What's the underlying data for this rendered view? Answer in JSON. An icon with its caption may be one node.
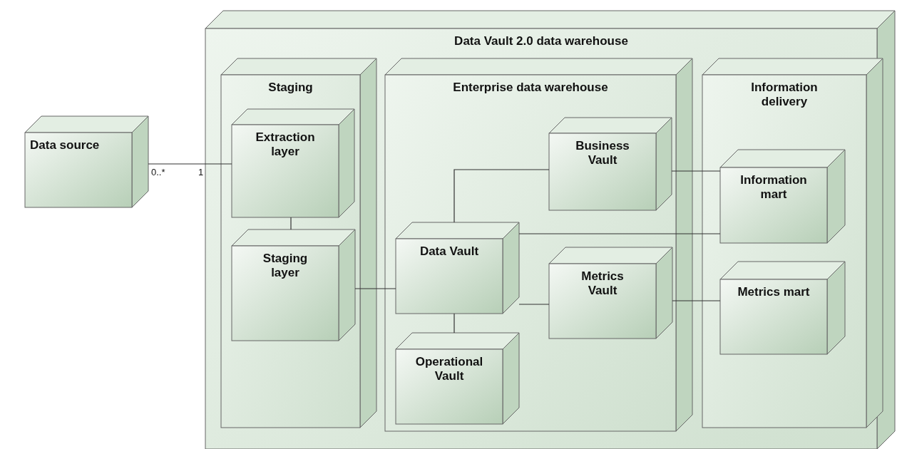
{
  "diagram": {
    "nodes": [
      {
        "text": [
          "Data source"
        ]
      },
      {
        "text": [
          "Data Vault 2.0 data warehouse"
        ]
      },
      {
        "text": [
          "Staging"
        ],
        "in": 1
      },
      {
        "text": [
          "Extraction layer"
        ],
        "in": 2
      },
      {
        "text": [
          "Staging layer"
        ],
        "in": 2
      },
      {
        "text": [
          "Enterprise data warehouse"
        ],
        "in": 1
      },
      {
        "text": [
          "Business Vault"
        ],
        "in": 5
      },
      {
        "text": [
          "Data Vault"
        ],
        "in": 5
      },
      {
        "text": [
          "Metrics Vault"
        ],
        "in": 5
      },
      {
        "text": [
          "Operational Vault"
        ],
        "in": 5
      },
      {
        "text": [
          "Information delivery"
        ],
        "in": 1
      },
      {
        "text": [
          "Information mart"
        ],
        "in": 10
      },
      {
        "text": [
          "Metrics mart"
        ],
        "in": 10
      }
    ],
    "edges": [
      {
        "from": 0,
        "to": 3,
        "arrow": "none"
      },
      {
        "from": 3,
        "to": 4,
        "arrow": "none"
      },
      {
        "from": 4,
        "to": 7,
        "arrow": "none"
      },
      {
        "from": 7,
        "to": 6,
        "arrow": "none"
      },
      {
        "from": 7,
        "to": 11,
        "arrow": "none"
      },
      {
        "from": 7,
        "to": 8,
        "arrow": "none"
      },
      {
        "from": 7,
        "to": 9,
        "arrow": "none"
      },
      {
        "from": 6,
        "to": 11,
        "arrow": "none"
      },
      {
        "from": 8,
        "to": 12,
        "arrow": "none"
      }
    ],
    "labels": [
      "0..*",
      "1"
    ]
  }
}
